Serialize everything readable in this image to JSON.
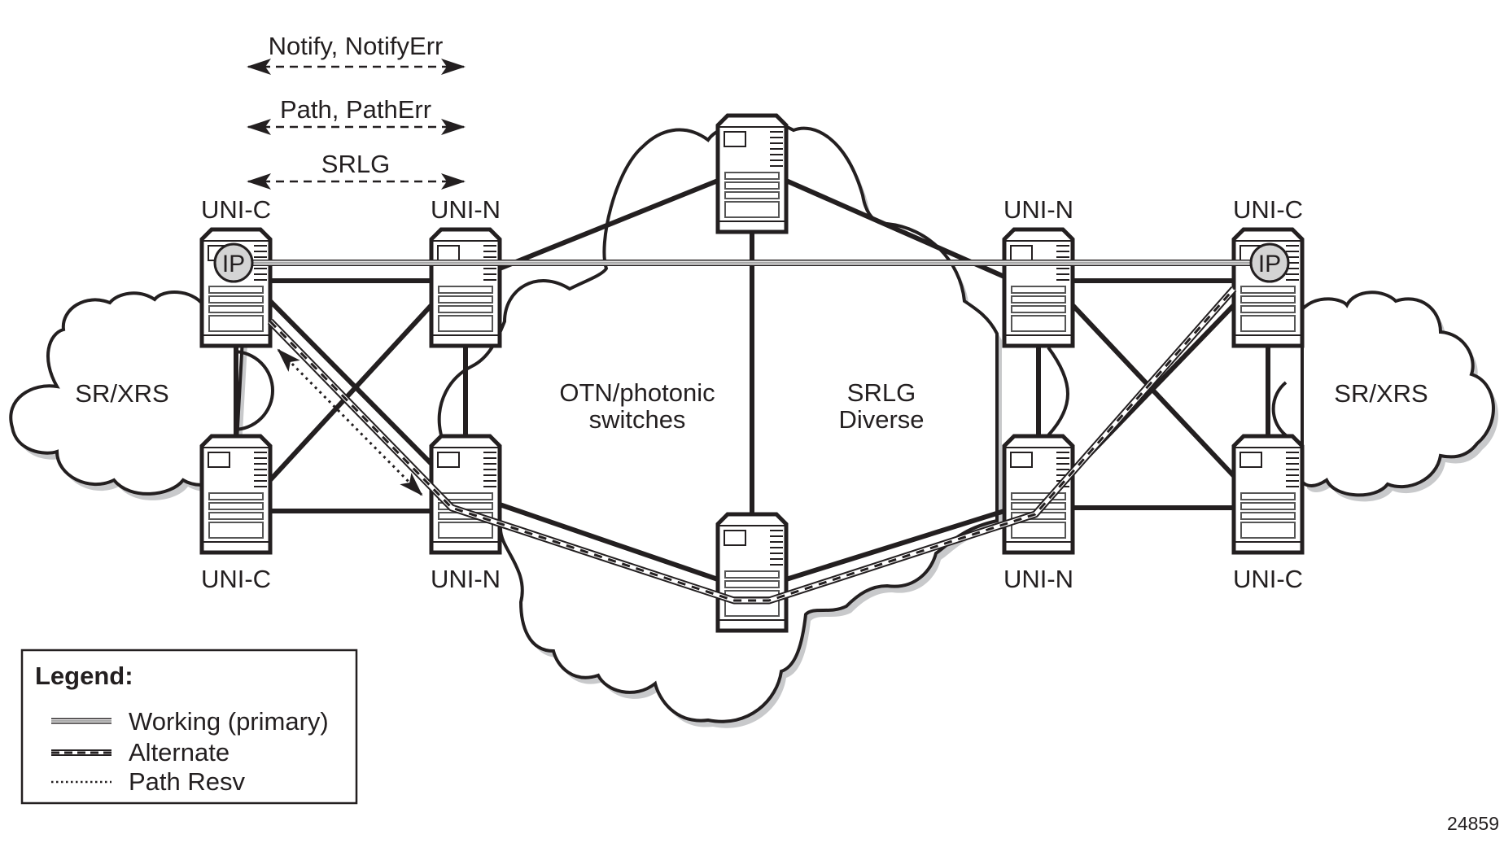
{
  "messages": [
    {
      "label": "Notify, NotifyErr",
      "style": "dashed",
      "direction": "bidirectional"
    },
    {
      "label": "Path, PathErr",
      "style": "dashed",
      "direction": "bidirectional"
    },
    {
      "label": "SRLG",
      "style": "dashed",
      "direction": "bidirectional"
    }
  ],
  "nodes": {
    "uni_c_top_left": {
      "label": "UNI-C",
      "badge": "IP"
    },
    "uni_n_top_left": {
      "label": "UNI-N"
    },
    "uni_c_bottom_left": {
      "label": "UNI-C"
    },
    "uni_n_bottom_left": {
      "label": "UNI-N"
    },
    "otn_top": {
      "label": ""
    },
    "otn_bottom": {
      "label": ""
    },
    "uni_n_top_right": {
      "label": "UNI-N"
    },
    "uni_c_top_right": {
      "label": "UNI-C",
      "badge": "IP"
    },
    "uni_n_bottom_right": {
      "label": "UNI-N"
    },
    "uni_c_bottom_right": {
      "label": "UNI-C"
    }
  },
  "areas": {
    "left_cloud": "SR/XRS",
    "right_cloud": "SR/XRS",
    "core_line1": "OTN/photonic",
    "core_line2": "switches",
    "srlg_line1": "SRLG",
    "srlg_line2": "Diverse"
  },
  "legend": {
    "title": "Legend:",
    "items": [
      {
        "label": "Working (primary)",
        "style": "double-gray"
      },
      {
        "label": "Alternate",
        "style": "double-dashed"
      },
      {
        "label": "Path Resv",
        "style": "dotted"
      }
    ]
  },
  "figure_id": "24859",
  "colors": {
    "ink": "#231f20",
    "shadow": "#c8c9cb",
    "ip_fill": "#d4d4d4",
    "working_fill": "#a6a6a6"
  }
}
